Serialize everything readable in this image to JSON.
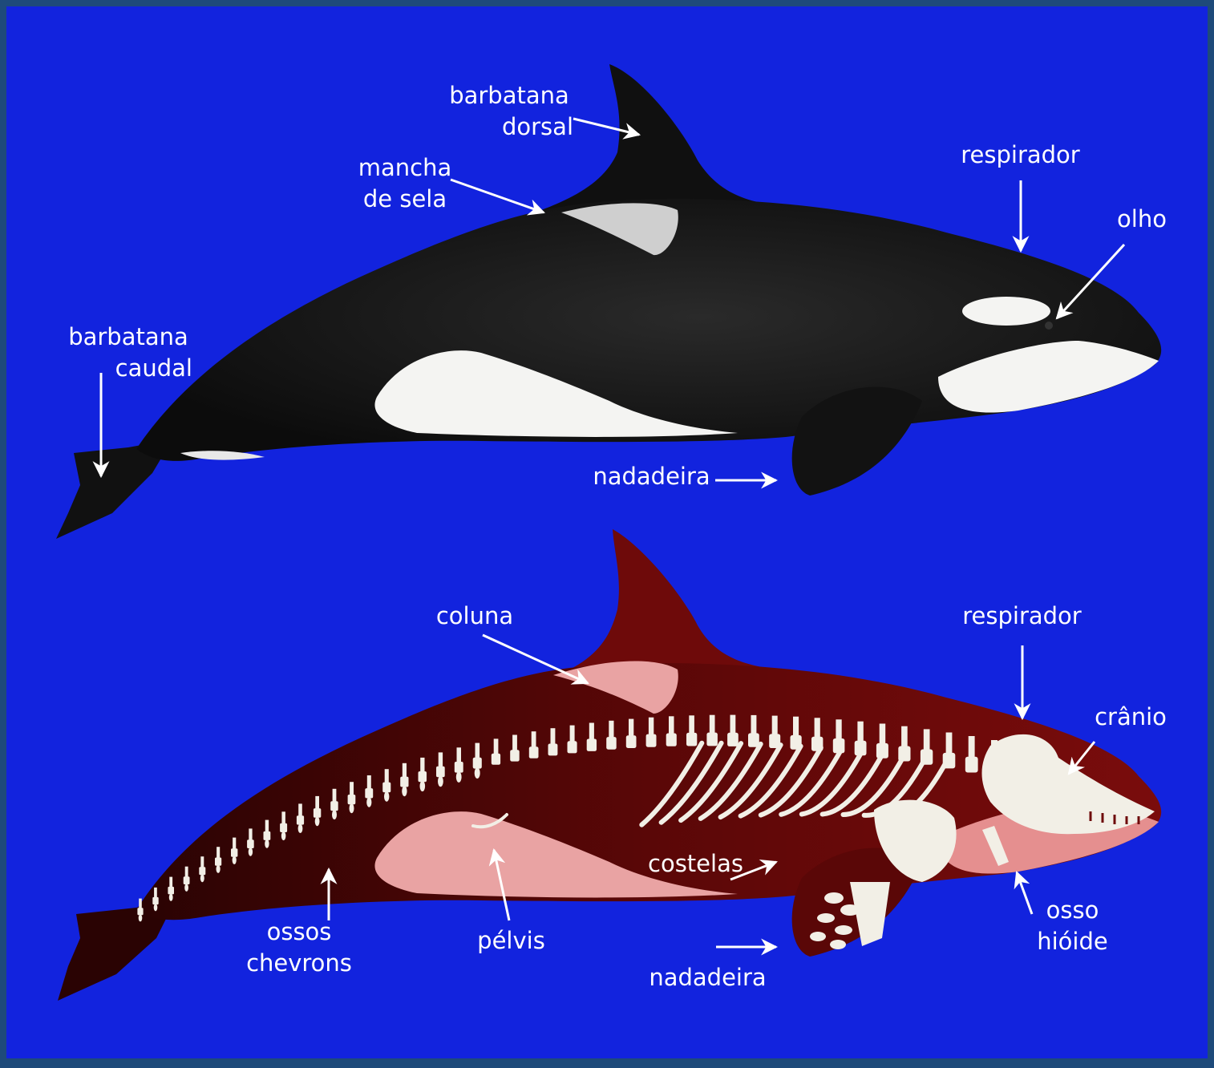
{
  "colors": {
    "frame": "#1e4a7a",
    "background": "#1223de",
    "orca_black": "#0f0f0f",
    "orca_white": "#f4f4f2",
    "muscle_dark": "#6e0a0a",
    "muscle_light": "#e9a3a3",
    "bone": "#f2efe6",
    "label": "#ffffff"
  },
  "top_diagram": {
    "labels": {
      "dorsal_fin": [
        "barbatana",
        "dorsal"
      ],
      "saddle_patch": [
        "mancha",
        "de sela"
      ],
      "blowhole": "respirador",
      "eye": "olho",
      "tail_fin": [
        "barbatana",
        "caudal"
      ],
      "flipper": "nadadeira"
    }
  },
  "bottom_diagram": {
    "labels": {
      "spine": "coluna",
      "blowhole": "respirador",
      "skull": "crânio",
      "ribs": "costelas",
      "hyoid": [
        "osso",
        "hióide"
      ],
      "chevrons": [
        "ossos",
        "chevrons"
      ],
      "pelvis": "pélvis",
      "flipper": "nadadeira"
    }
  }
}
